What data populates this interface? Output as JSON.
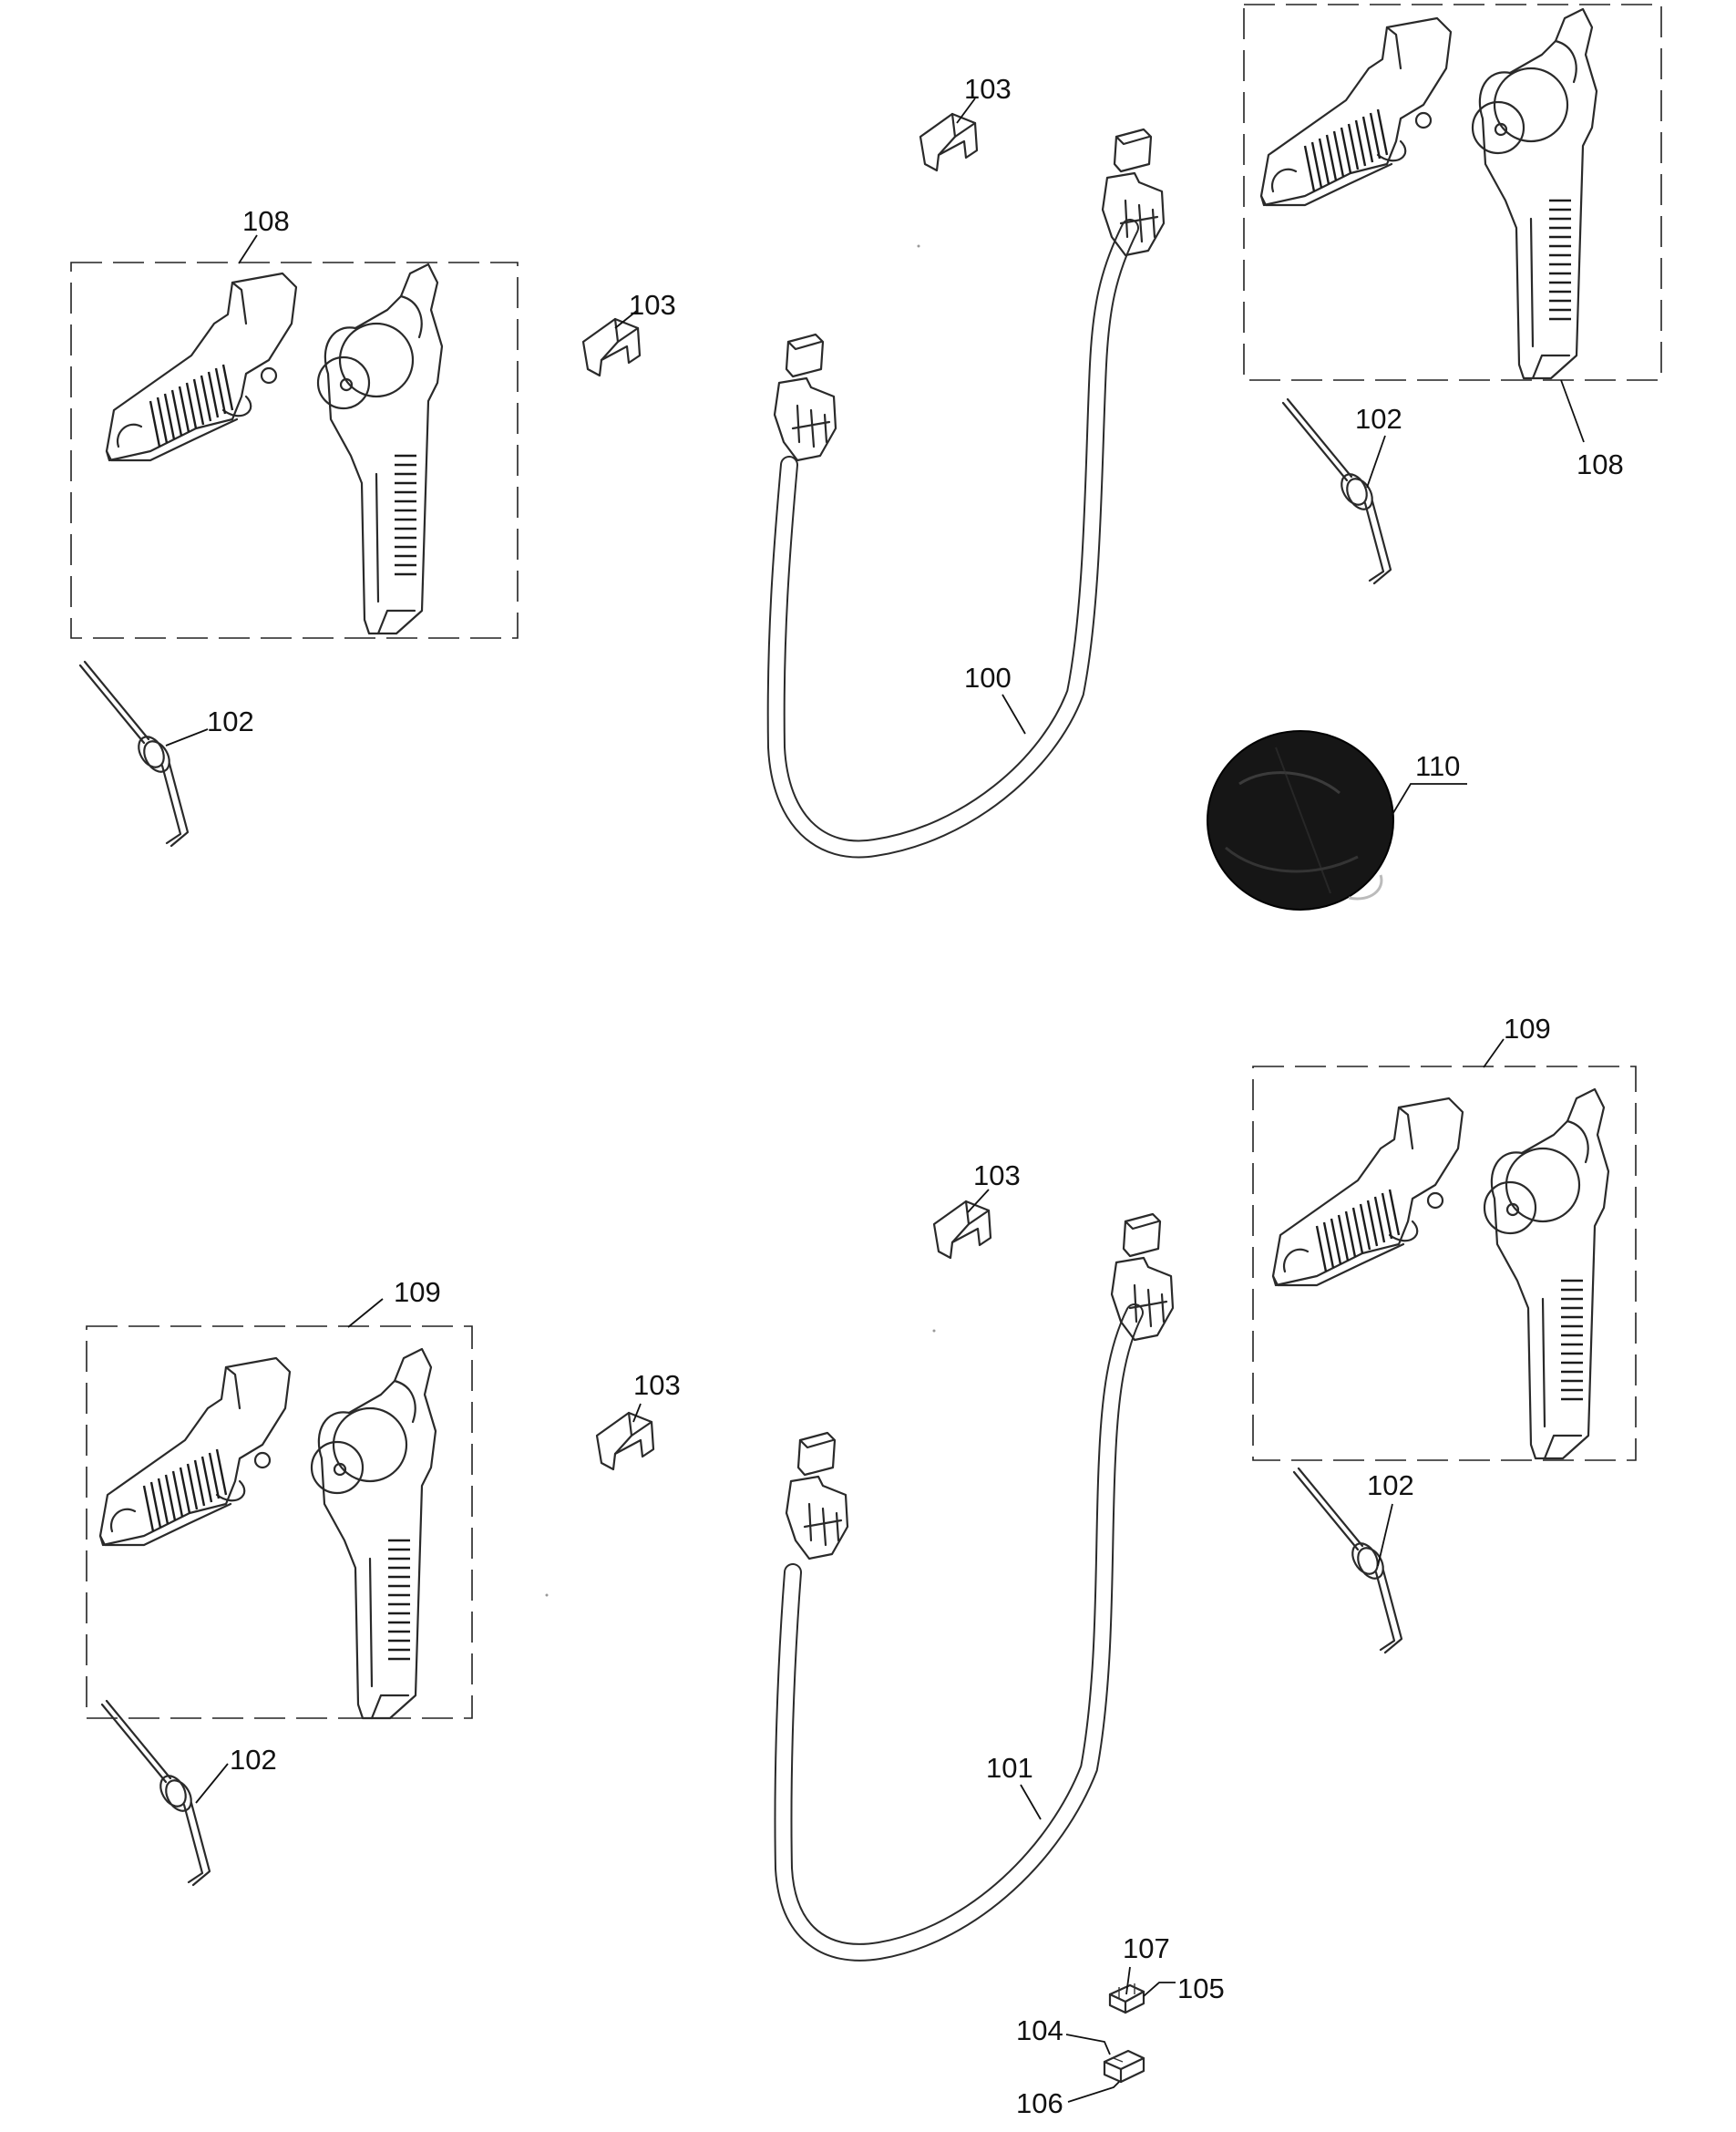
{
  "colors": {
    "line": "#2a2a2a",
    "background": "#ffffff",
    "cover": "#161616"
  },
  "labels": {
    "cable_top": "100",
    "cable_bottom": "101",
    "spring_tl": "102",
    "spring_tr": "102",
    "spring_bl": "102",
    "spring_br": "102",
    "clip_top_1": "103",
    "clip_top_2": "103",
    "clip_bot_1": "103",
    "clip_bot_2": "103",
    "part_104": "104",
    "part_105": "105",
    "part_106": "106",
    "part_107": "107",
    "kit_top_left": "108",
    "kit_top_right": "108",
    "kit_bot_left": "109",
    "kit_bot_right": "109",
    "cover": "110"
  }
}
